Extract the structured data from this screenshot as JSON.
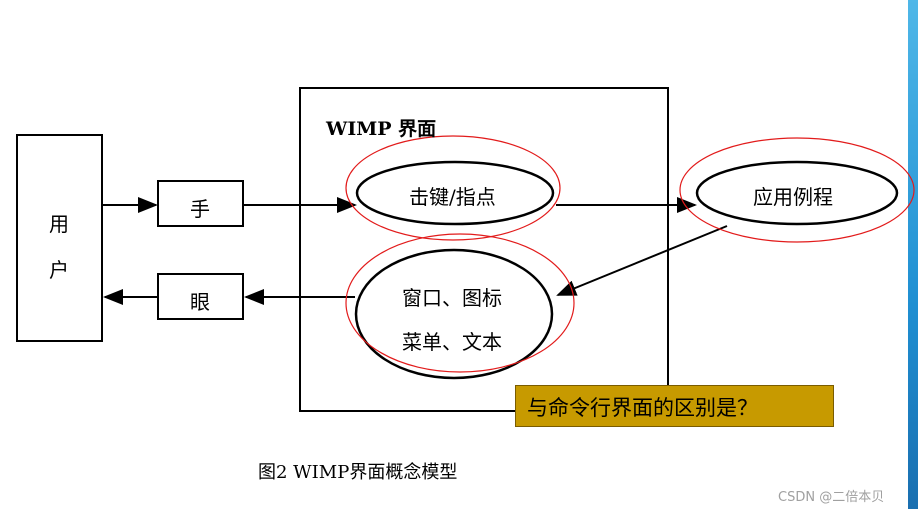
{
  "diagram": {
    "user_box_text": [
      "用",
      "户"
    ],
    "hand_label": "手",
    "eye_label": "眼",
    "wimp_title": "WIMP 界面",
    "click_point_label": "击键/指点",
    "window_icon_line1": "窗口、图标",
    "window_icon_line2": "菜单、文本",
    "app_example_label": "应用例程",
    "question": "与命令行界面的区别是？",
    "caption": "图2 WIMP界面概念模型",
    "watermark": "CSDN @二倍本贝"
  },
  "colors": {
    "question_bg": "#c79a00",
    "annotation_circle": "#e21b1b",
    "line": "#000000"
  }
}
